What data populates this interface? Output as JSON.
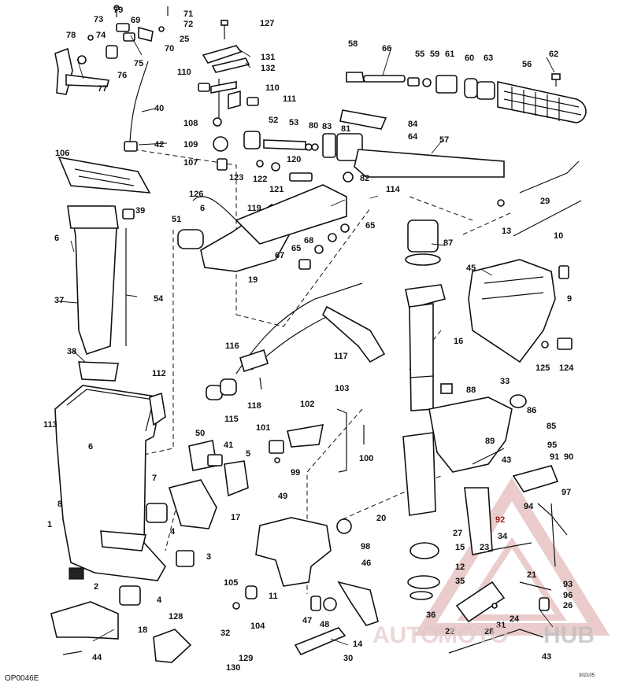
{
  "diagram": {
    "drawing_code": "OP0046E",
    "corner_code": "302105",
    "watermark": {
      "word1": "AUTO",
      "word2": "MOTO",
      "word3": "HUB",
      "color_main": "#e0bfbf",
      "color_accent": "#b3b3b3"
    },
    "colors": {
      "line": "#111111",
      "red_callout": "#a51c1c"
    }
  },
  "callouts": [
    {
      "id": "79",
      "text": "79"
    },
    {
      "id": "73",
      "text": "73"
    },
    {
      "id": "69",
      "text": "69"
    },
    {
      "id": "71",
      "text": "71"
    },
    {
      "id": "72",
      "text": "72"
    },
    {
      "id": "127",
      "text": "127"
    },
    {
      "id": "78",
      "text": "78"
    },
    {
      "id": "74",
      "text": "74"
    },
    {
      "id": "25",
      "text": "25"
    },
    {
      "id": "70",
      "text": "70"
    },
    {
      "id": "75",
      "text": "75"
    },
    {
      "id": "76",
      "text": "76"
    },
    {
      "id": "77",
      "text": "77"
    },
    {
      "id": "131",
      "text": "131"
    },
    {
      "id": "132",
      "text": "132"
    },
    {
      "id": "58",
      "text": "58"
    },
    {
      "id": "66",
      "text": "66"
    },
    {
      "id": "55",
      "text": "55"
    },
    {
      "id": "59",
      "text": "59"
    },
    {
      "id": "61",
      "text": "61"
    },
    {
      "id": "60",
      "text": "60"
    },
    {
      "id": "63",
      "text": "63"
    },
    {
      "id": "56",
      "text": "56"
    },
    {
      "id": "62",
      "text": "62"
    },
    {
      "id": "110a",
      "text": "110"
    },
    {
      "id": "110b",
      "text": "110"
    },
    {
      "id": "111",
      "text": "111"
    },
    {
      "id": "40",
      "text": "40"
    },
    {
      "id": "108",
      "text": "108"
    },
    {
      "id": "52",
      "text": "52"
    },
    {
      "id": "53",
      "text": "53"
    },
    {
      "id": "80",
      "text": "80"
    },
    {
      "id": "83",
      "text": "83"
    },
    {
      "id": "84",
      "text": "84"
    },
    {
      "id": "81",
      "text": "81"
    },
    {
      "id": "64",
      "text": "64"
    },
    {
      "id": "57",
      "text": "57"
    },
    {
      "id": "42",
      "text": "42"
    },
    {
      "id": "109",
      "text": "109"
    },
    {
      "id": "106",
      "text": "106"
    },
    {
      "id": "107",
      "text": "107"
    },
    {
      "id": "123",
      "text": "123"
    },
    {
      "id": "122",
      "text": "122"
    },
    {
      "id": "120",
      "text": "120"
    },
    {
      "id": "121",
      "text": "121"
    },
    {
      "id": "82",
      "text": "82"
    },
    {
      "id": "114",
      "text": "114"
    },
    {
      "id": "29",
      "text": "29"
    },
    {
      "id": "126",
      "text": "126"
    },
    {
      "id": "6a",
      "text": "6"
    },
    {
      "id": "39",
      "text": "39"
    },
    {
      "id": "119",
      "text": "119"
    },
    {
      "id": "13",
      "text": "13"
    },
    {
      "id": "10",
      "text": "10"
    },
    {
      "id": "51",
      "text": "51"
    },
    {
      "id": "65a",
      "text": "65"
    },
    {
      "id": "68",
      "text": "68"
    },
    {
      "id": "65b",
      "text": "65"
    },
    {
      "id": "87",
      "text": "87"
    },
    {
      "id": "6b",
      "text": "6"
    },
    {
      "id": "67",
      "text": "67"
    },
    {
      "id": "19",
      "text": "19"
    },
    {
      "id": "45",
      "text": "45"
    },
    {
      "id": "9",
      "text": "9"
    },
    {
      "id": "54",
      "text": "54"
    },
    {
      "id": "37",
      "text": "37"
    },
    {
      "id": "116",
      "text": "116"
    },
    {
      "id": "16",
      "text": "16"
    },
    {
      "id": "38",
      "text": "38"
    },
    {
      "id": "117",
      "text": "117"
    },
    {
      "id": "125",
      "text": "125"
    },
    {
      "id": "124",
      "text": "124"
    },
    {
      "id": "112",
      "text": "112"
    },
    {
      "id": "33",
      "text": "33"
    },
    {
      "id": "118",
      "text": "118"
    },
    {
      "id": "88",
      "text": "88"
    },
    {
      "id": "103",
      "text": "103"
    },
    {
      "id": "115",
      "text": "115"
    },
    {
      "id": "86",
      "text": "86"
    },
    {
      "id": "102",
      "text": "102"
    },
    {
      "id": "85",
      "text": "85"
    },
    {
      "id": "113",
      "text": "113"
    },
    {
      "id": "101",
      "text": "101"
    },
    {
      "id": "50",
      "text": "50"
    },
    {
      "id": "89",
      "text": "89"
    },
    {
      "id": "95",
      "text": "95"
    },
    {
      "id": "6c",
      "text": "6"
    },
    {
      "id": "41",
      "text": "41"
    },
    {
      "id": "5",
      "text": "5"
    },
    {
      "id": "100",
      "text": "100"
    },
    {
      "id": "99",
      "text": "99"
    },
    {
      "id": "43a",
      "text": "43"
    },
    {
      "id": "91",
      "text": "91"
    },
    {
      "id": "90",
      "text": "90"
    },
    {
      "id": "7",
      "text": "7"
    },
    {
      "id": "8",
      "text": "8"
    },
    {
      "id": "97",
      "text": "97"
    },
    {
      "id": "49",
      "text": "49"
    },
    {
      "id": "17",
      "text": "17"
    },
    {
      "id": "94",
      "text": "94"
    },
    {
      "id": "20",
      "text": "20"
    },
    {
      "id": "1",
      "text": "1"
    },
    {
      "id": "92",
      "text": "92",
      "red": true
    },
    {
      "id": "4a",
      "text": "4"
    },
    {
      "id": "27",
      "text": "27"
    },
    {
      "id": "98",
      "text": "98"
    },
    {
      "id": "34",
      "text": "34"
    },
    {
      "id": "15",
      "text": "15"
    },
    {
      "id": "3",
      "text": "3"
    },
    {
      "id": "23",
      "text": "23"
    },
    {
      "id": "46",
      "text": "46"
    },
    {
      "id": "105",
      "text": "105"
    },
    {
      "id": "12",
      "text": "12"
    },
    {
      "id": "21",
      "text": "21"
    },
    {
      "id": "2",
      "text": "2"
    },
    {
      "id": "35",
      "text": "35"
    },
    {
      "id": "93",
      "text": "93"
    },
    {
      "id": "11",
      "text": "11"
    },
    {
      "id": "96",
      "text": "96"
    },
    {
      "id": "26",
      "text": "26"
    },
    {
      "id": "4b",
      "text": "4"
    },
    {
      "id": "104",
      "text": "104"
    },
    {
      "id": "47",
      "text": "47"
    },
    {
      "id": "48",
      "text": "48"
    },
    {
      "id": "36",
      "text": "36"
    },
    {
      "id": "24",
      "text": "24"
    },
    {
      "id": "31",
      "text": "31"
    },
    {
      "id": "32",
      "text": "32"
    },
    {
      "id": "18",
      "text": "18"
    },
    {
      "id": "128",
      "text": "128"
    },
    {
      "id": "22",
      "text": "22"
    },
    {
      "id": "28",
      "text": "28"
    },
    {
      "id": "14",
      "text": "14"
    },
    {
      "id": "44",
      "text": "44"
    },
    {
      "id": "129",
      "text": "129"
    },
    {
      "id": "30",
      "text": "30"
    },
    {
      "id": "130",
      "text": "130"
    },
    {
      "id": "43b",
      "text": "43"
    }
  ]
}
